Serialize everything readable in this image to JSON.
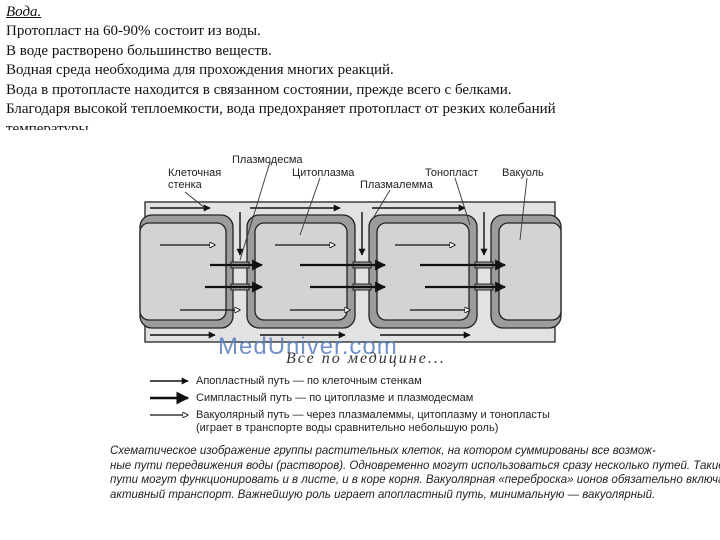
{
  "text": {
    "title": "Вода.",
    "lines": [
      "Протопласт на 60-90% состоит из воды.",
      "В воде растворено большинство веществ.",
      "Водная среда необходима для прохождения многих реакций.",
      "Вода в протопласте находится в связанном состоянии, прежде всего с белками.",
      "Благодаря высокой теплоемкости, вода предохраняет протопласт от резких колебаний",
      "температуры."
    ]
  },
  "figure": {
    "labels": {
      "plasmodesma": "Плазмодесма",
      "cell_wall_1": "Клеточная",
      "cell_wall_2": "стенка",
      "cytoplasm": "Цитоплазма",
      "plasmalemma": "Плазмалемма",
      "tonoplast": "Тонопласт",
      "vacuole": "Вакуоль"
    },
    "watermark": {
      "site": "MedUniver.com",
      "slogan": "Все по медицине..."
    },
    "legend": [
      {
        "name": "apoplast",
        "text": "Апопластный путь — по клеточным стенкам"
      },
      {
        "name": "symplast",
        "text": "Симпластный путь — по цитоплазме и плазмодесмам"
      },
      {
        "name": "vacuolar",
        "text_1": "Вакуолярный путь — через плазмалеммы, цитоплазму и тонопласты",
        "text_2": "(играет в транспорте воды сравнительно небольшую роль)"
      }
    ],
    "caption": [
      "Схематическое изображение группы растительных клеток, на котором суммированы все возмож-",
      "ные пути передвижения воды (растворов). Одновременно могут использоваться сразу несколько путей. Такие",
      "пути могут функционировать и в листе, и в коре корня. Вакуолярная «переброска» ионов обязательно включает",
      "активный транспорт. Важнейшую роль играет апопластный путь, минимальную — вакуолярный."
    ]
  },
  "colors": {
    "wall": "#e2e2e2",
    "cytoplasm": "#9c9c9c",
    "vacuole": "#d3d3d3",
    "outline": "#222222",
    "watermark": "#5a7fbe"
  }
}
